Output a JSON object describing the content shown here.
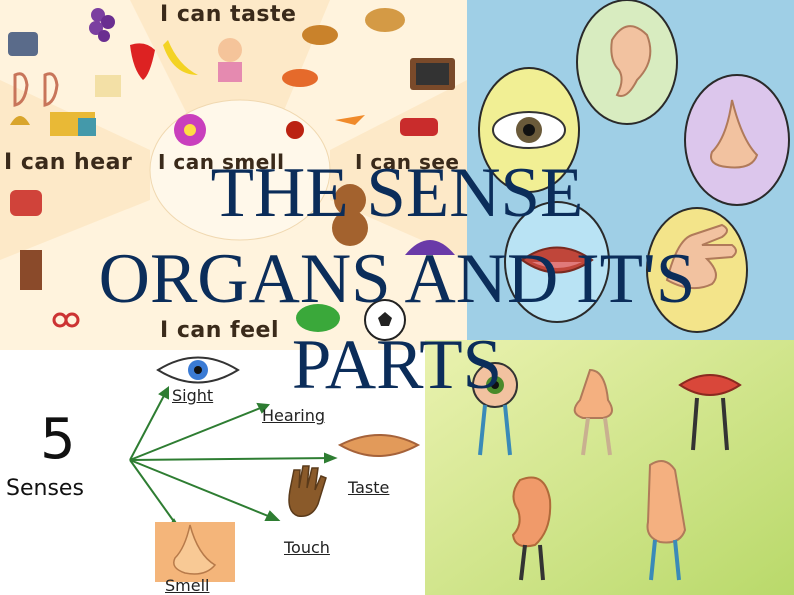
{
  "collage": {
    "top_left": {
      "taste": "I can taste",
      "hear": "I can hear",
      "smell": "I can smell",
      "see": "I can see",
      "feel": "I can feel"
    },
    "bottom_left": {
      "count": "5",
      "senses": "Senses",
      "sight": "Sight",
      "hearing": "Hearing",
      "taste": "Taste",
      "touch": "Touch",
      "smell": "Smell"
    }
  },
  "title": {
    "line1": "THE SENSE",
    "line2": "ORGANS AND IT'S",
    "line3": "PARTS"
  },
  "colors": {
    "title": "#0b2d5a",
    "arrows": "#2e7d32"
  }
}
